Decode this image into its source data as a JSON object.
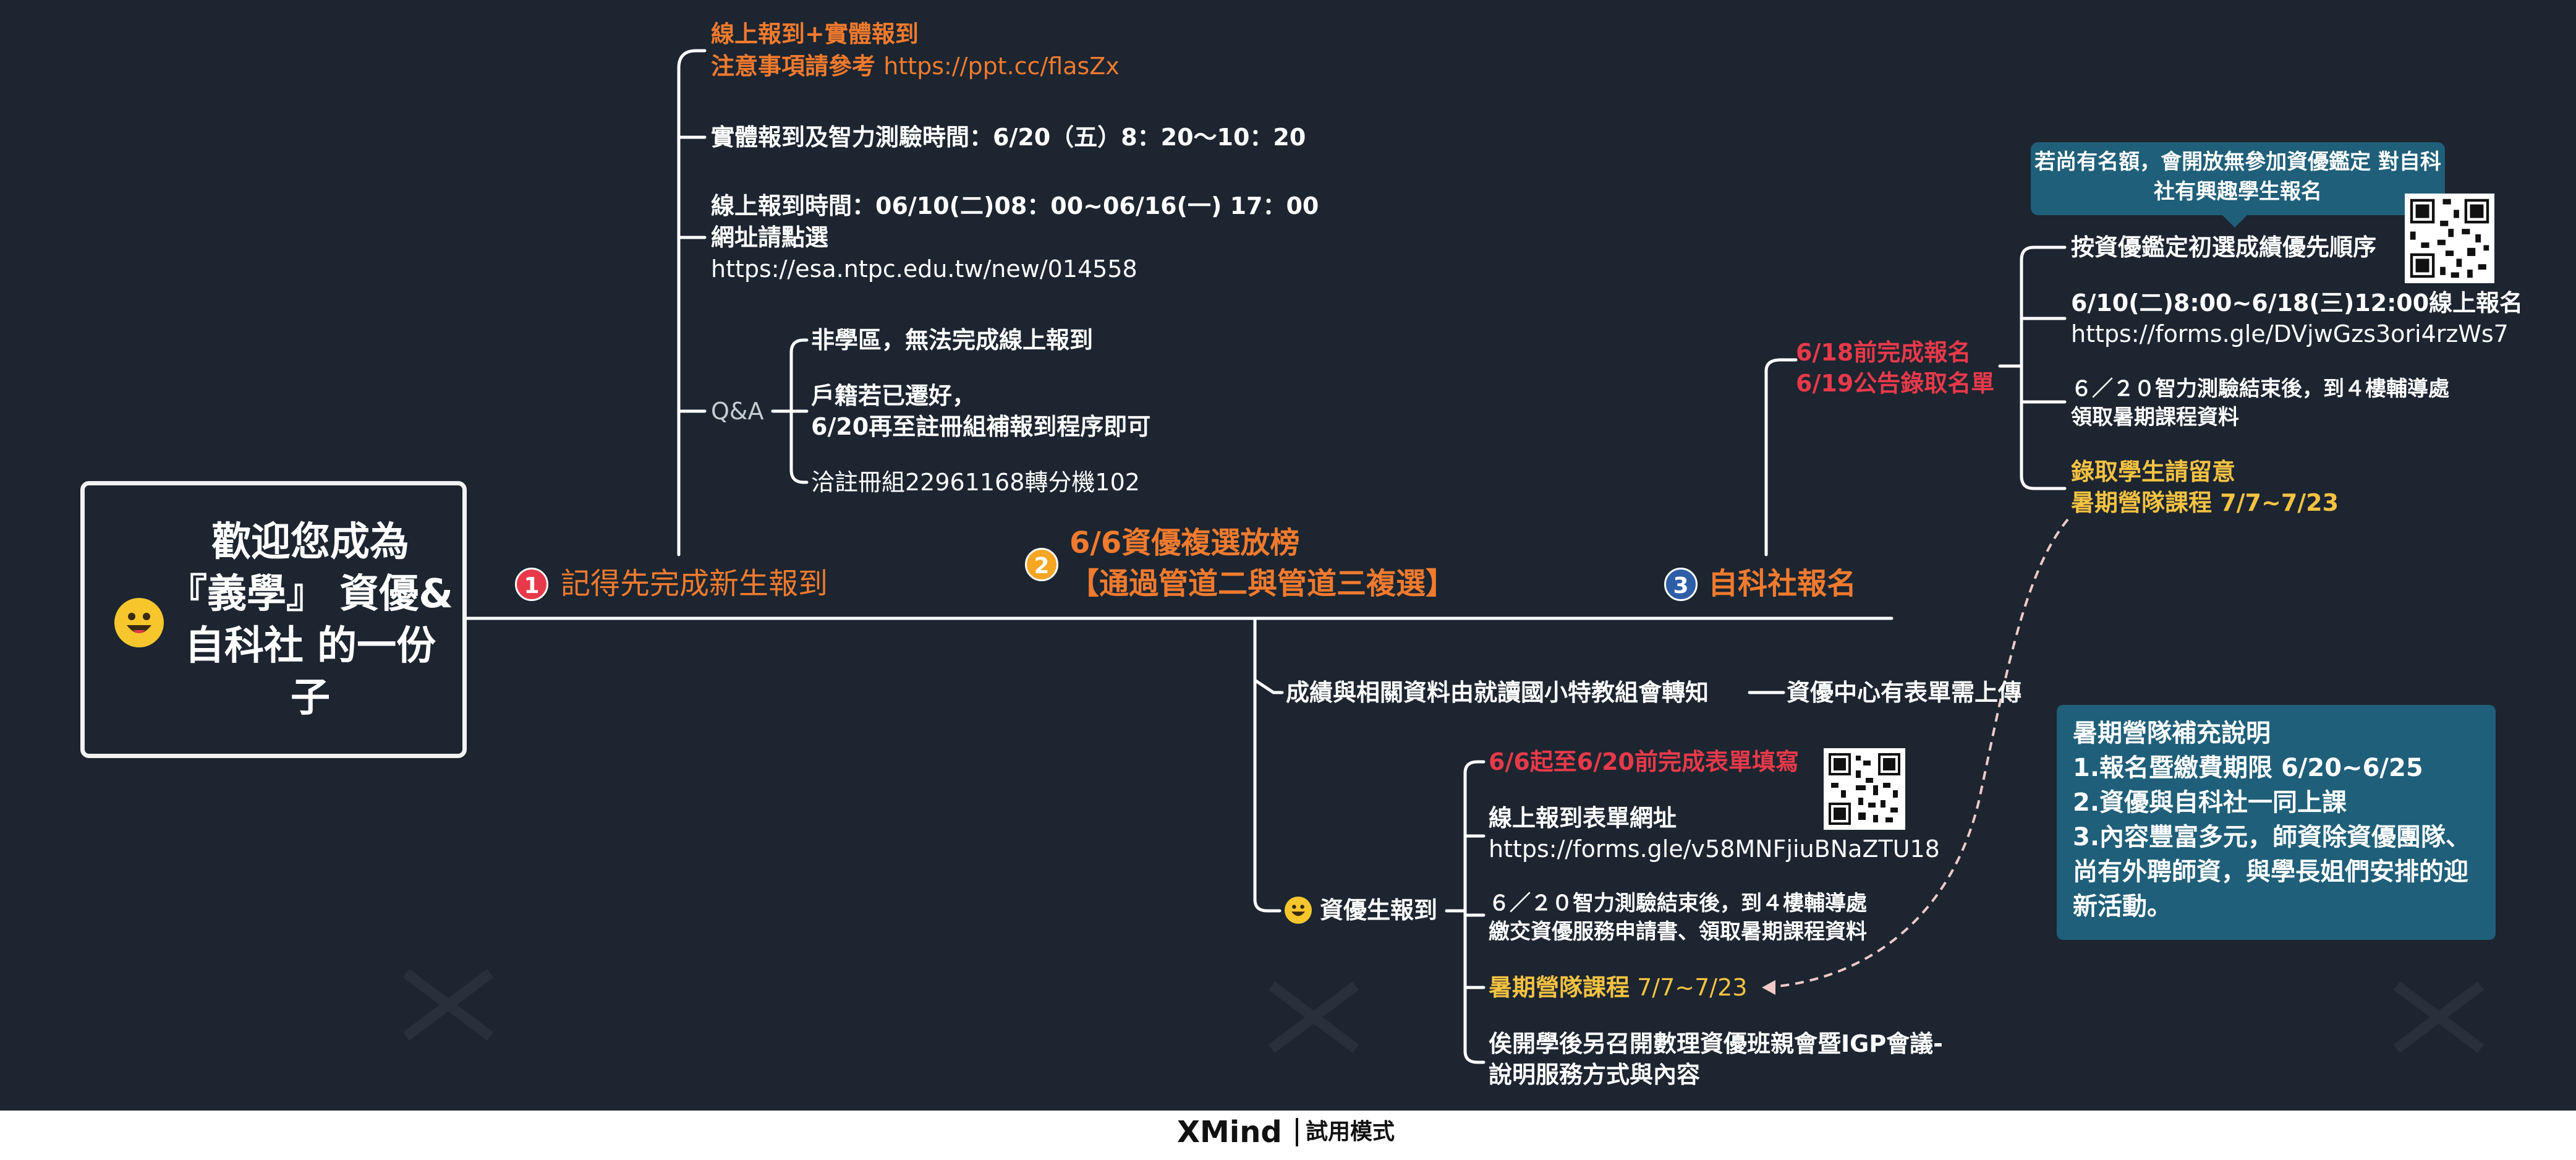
{
  "root": {
    "title": "歡迎您成為 『義學』 資優&自科社 的一份子",
    "icon": "smiley-icon"
  },
  "colors": {
    "background": "#1c2530",
    "line": "#ffffff",
    "orange": "#f07a2e",
    "red": "#e8394a",
    "yellow": "#f5c242",
    "callout": "#1f5f79"
  },
  "branch1": {
    "number": "1",
    "label": "記得先完成新生報到",
    "online_line1": "線上報到+實體報到",
    "online_line2a": "注意事項請參考 ",
    "online_line2b": "https://ppt.cc/flasZx",
    "physical_time": "實體報到及智力測驗時間：6/20（五）8：20～10：20",
    "online_time": "線上報到時間：06/10(二)08：00~06/16(一) 17：00",
    "url_label": "網址請點選",
    "url": "https://esa.ntpc.edu.tw/new/014558",
    "qa_label": "Q&A",
    "qa_items": [
      "非學區，無法完成線上報到",
      "戶籍若已遷好，",
      "6/20再至註冊組補報到程序即可",
      "洽註冊組22961168轉分機102"
    ]
  },
  "branch2": {
    "number": "2",
    "label_line1": "6/6資優複選放榜",
    "label_line2": "【通過管道二與管道三複選】",
    "transfer": "成績與相關資料由就讀國小特教組會轉知",
    "transfer_note": "資優中心有表單需上傳",
    "gifted_label": "資優生報到",
    "gifted_items": {
      "deadline": "6/6起至6/20前完成表單填寫",
      "form_label": "線上報到表單網址",
      "form_url": "https://forms.gle/v58MNFjiuBNaZTU18",
      "after_test_1": "６／２０智力測驗結束後，到４樓輔導處",
      "after_test_2": "繳交資優服務申請書、領取暑期課程資料",
      "camp_a": "暑期營隊課程",
      "camp_b": " 7/7~7/23",
      "meeting_1": "俟開學後另召開數理資優班親會暨IGP會議-",
      "meeting_2": "說明服務方式與內容"
    }
  },
  "branch3": {
    "number": "3",
    "label": "自科社報名",
    "deadline_1": "6/18前完成報名",
    "deadline_2": "6/19公告錄取名單",
    "callout": "若尚有名額，會開放無參加資優鑑定 對自科社有興趣學生報名",
    "items": {
      "priority": "按資優鑑定初選成績優先順序",
      "signup_time": "6/10(二)8:00~6/18(三)12:00線上報名",
      "signup_url": "https://forms.gle/DVjwGzs3ori4rzWs7",
      "after_test_1": "６／２０智力測驗結束後，到４樓輔導處",
      "after_test_2": "領取暑期課程資料",
      "admitted_1": "錄取學生請留意",
      "admitted_2": "暑期營隊課程 7/7~7/23"
    }
  },
  "summer_note": {
    "title": "暑期營隊補充說明",
    "lines": [
      "1.報名暨繳費期限 6/20~6/25",
      "2.資優與自科社一同上課",
      "3.內容豐富多元，師資除資優團隊、尚有外聘師資，與學長姐們安排的迎新活動。"
    ]
  },
  "footer": {
    "brand": "XMind",
    "mode": "試用模式"
  }
}
